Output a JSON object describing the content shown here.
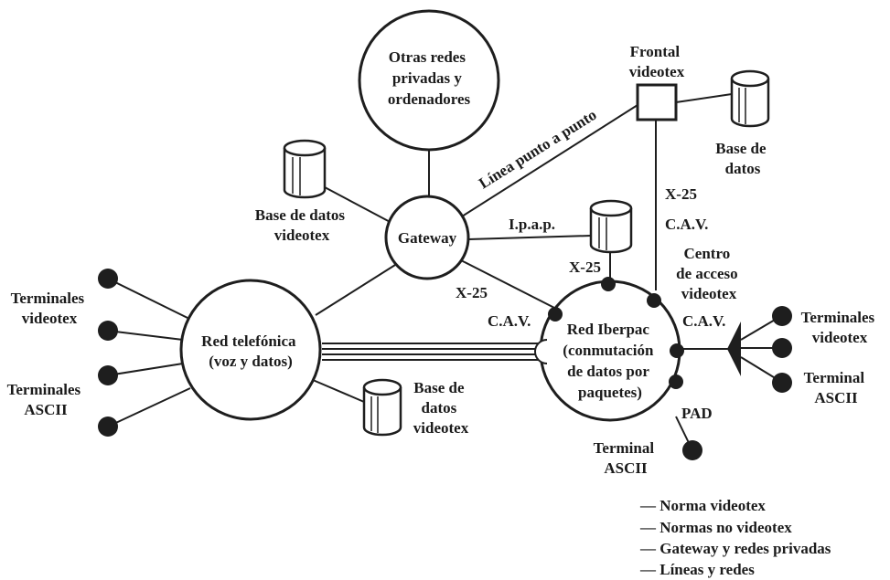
{
  "nodes": {
    "otras_redes": [
      "Otras redes",
      "privadas y",
      "ordenadores"
    ],
    "gateway": "Gateway",
    "red_telefonica": [
      "Red telefónica",
      "(voz y datos)"
    ],
    "red_iberpac": [
      "Red Iberpac",
      "(conmutación",
      "de datos por",
      "paquetes)"
    ],
    "frontal": [
      "Frontal",
      "videotex"
    ]
  },
  "labels": {
    "linea_punto": "Línea punto a punto",
    "base_datos_top": [
      "Base de",
      "datos"
    ],
    "base_datos_videotex_left": [
      "Base de datos",
      "videotex"
    ],
    "base_datos_videotex_bottom": [
      "Base de",
      "datos",
      "videotex"
    ],
    "ipap": "I.p.a.p.",
    "x25_vertical": "X-25",
    "cav_vertical": "C.A.V.",
    "x25_near_db": "X-25",
    "x25_left": "X-25",
    "cav_left": "C.A.V.",
    "cav_right": "C.A.V.",
    "centro_acceso": [
      "Centro",
      "de acceso",
      "videotex"
    ],
    "pad": "PAD",
    "terminal_ascii_bottom": [
      "Terminal",
      "ASCII"
    ],
    "terminales_videotex_left": [
      "Terminales",
      "videotex"
    ],
    "terminales_ascii_left": [
      "Terminales",
      "ASCII"
    ],
    "terminales_videotex_right": [
      "Terminales",
      "videotex"
    ],
    "terminal_ascii_right": [
      "Terminal",
      "ASCII"
    ]
  },
  "legend": [
    "— Norma videotex",
    "— Normas no videotex",
    "— Gateway y redes privadas",
    "— Líneas y redes"
  ],
  "colors": {
    "gateway_fill": "#93d98e",
    "ink": "#1e1e1e"
  }
}
